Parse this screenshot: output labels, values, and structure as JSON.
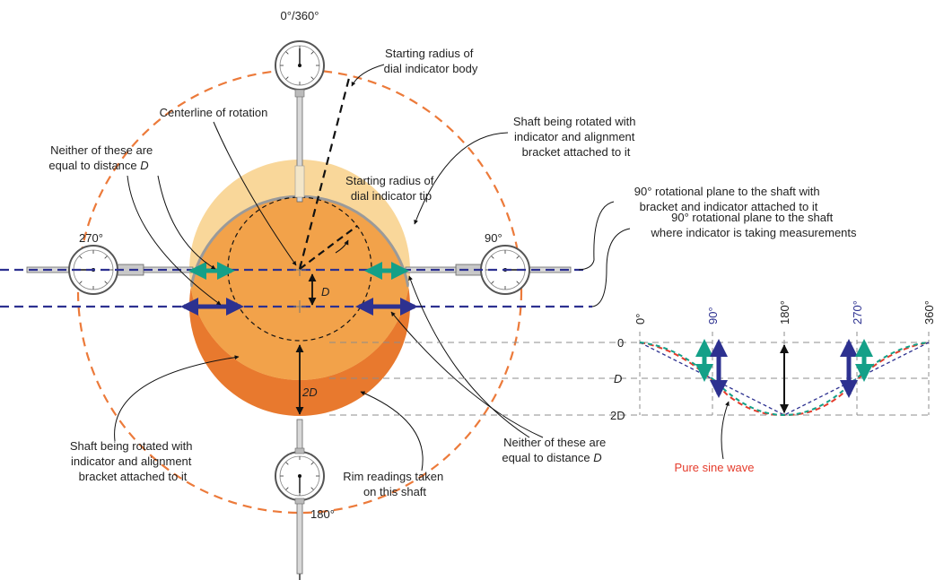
{
  "colors": {
    "shaft_light": "#f9d79a",
    "shaft_mid": "#f2a24a",
    "shaft_dark": "#e8792e",
    "shaft_rim": "#9a9a9a",
    "orange_dash": "#ec7a3a",
    "blue_plane": "#2d3190",
    "teal_arrow": "#14a088",
    "blue_arrow": "#2d3190",
    "sine_red": "#e53c2c",
    "gray_grid": "#8c8c8c",
    "angle_blue": "#2d3190"
  },
  "dial_labels": {
    "top": "0°/360°",
    "left": "270°",
    "right": "90°",
    "bottom": "180°"
  },
  "labels": {
    "starting_radius_body": [
      "Starting radius of",
      "dial indicator body"
    ],
    "centerline": [
      "Centerline of rotation"
    ],
    "shaft_rotated_top": [
      "Shaft being rotated with",
      "indicator and alignment",
      "bracket attached to it"
    ],
    "neither_top": [
      "Neither of these are",
      "equal to distance "
    ],
    "neither_top_d": "D",
    "starting_radius_tip": [
      "Starting radius of",
      "dial indicator tip"
    ],
    "plane_bracket": [
      "90° rotational plane to the shaft with",
      "bracket and indicator attached to it"
    ],
    "plane_measure": [
      "90° rotational plane to the shaft",
      "where indicator is taking measurements"
    ],
    "shaft_rotated_bottom": [
      "Shaft being rotated with",
      "indicator and alignment",
      "bracket attached to it"
    ],
    "rim_readings": [
      "Rim readings taken",
      "on this shaft"
    ],
    "neither_bottom": [
      "Neither of these are",
      "equal to distance "
    ],
    "neither_bottom_d": "D",
    "pure_sine": "Pure sine wave",
    "d_center": "D",
    "two_d_center": "2D"
  },
  "graph": {
    "x_ticks": [
      "0°",
      "90°",
      "180°",
      "270°",
      "360°"
    ],
    "y_ticks": [
      "0",
      "D",
      "2D"
    ],
    "blue_tick_indices": [
      1,
      3
    ]
  }
}
